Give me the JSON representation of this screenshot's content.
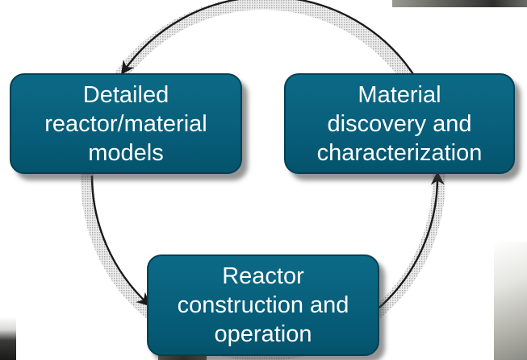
{
  "diagram": {
    "nodes": [
      {
        "id": "models",
        "label": "Detailed\nreactor/material\nmodels"
      },
      {
        "id": "discovery",
        "label": "Material\ndiscovery and\ncharacterization"
      },
      {
        "id": "reactor",
        "label": "Reactor\nconstruction and\noperation"
      }
    ],
    "edges": [
      {
        "from": "discovery",
        "to": "models"
      },
      {
        "from": "models",
        "to": "reactor"
      },
      {
        "from": "reactor",
        "to": "discovery"
      }
    ],
    "colors": {
      "box_fill": "#075f7b",
      "box_border": "#043f52",
      "box_text": "#ffffff",
      "arrow": "#1a1a1a",
      "halo": "#cfcfcf"
    }
  }
}
